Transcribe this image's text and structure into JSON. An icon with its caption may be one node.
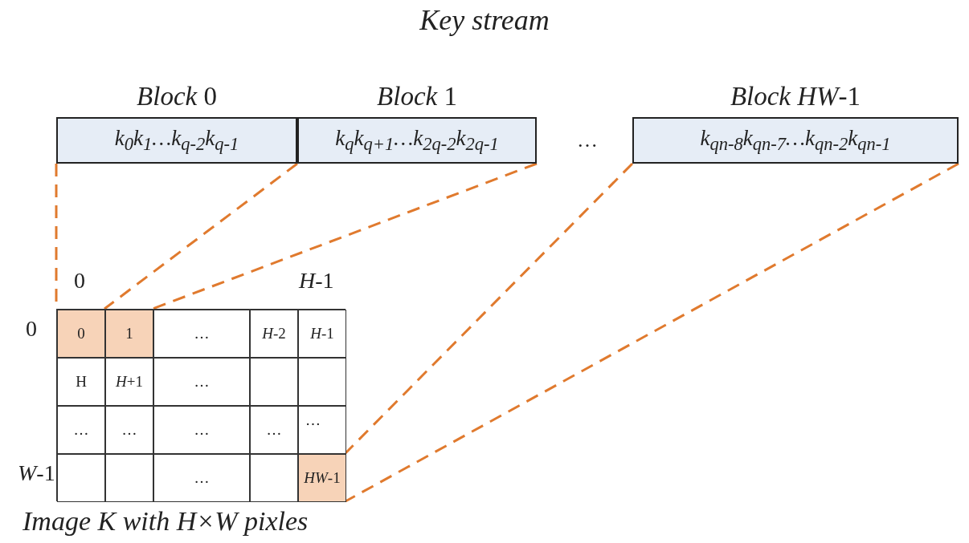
{
  "diagram": {
    "title": "Key stream",
    "nodes": [
      {
        "text": [
          "*Block* 0",
          "k$_{0}$k$_{1}$…k$_{q-2}$k$_{q-1}$"
        ]
      },
      {
        "text": [
          "*Block* 1",
          "k$_{q}$k$_{q+1}$…k$_{2q-2}$k$_{2q-1}$"
        ]
      },
      {
        "text": [
          "*Block HW*-1",
          "k$_{qn-8}$k$_{qn-7}$…k$_{qn-2}$k$_{qn-1}$"
        ]
      },
      {
        "text": [],
        "shape": "box",
        "beside": [
          "Image K with H×W pixles"
        ]
      },
      {
        "text": [
          "0"
        ],
        "in": 3
      },
      {
        "text": [
          "1"
        ],
        "in": 3
      },
      {
        "text": [
          "…"
        ],
        "in": 3
      },
      {
        "text": [
          "*H*-2"
        ],
        "in": 3
      },
      {
        "text": [
          "*H*-1"
        ],
        "in": 3
      },
      {
        "text": [
          "H"
        ],
        "in": 3
      },
      {
        "text": [
          "*H*+1"
        ],
        "in": 3
      },
      {
        "text": [
          "…"
        ],
        "in": 3
      },
      {
        "text": [],
        "shape": "box",
        "in": 3
      },
      {
        "text": [],
        "shape": "box",
        "in": 3
      },
      {
        "text": [
          "…"
        ],
        "in": 3
      },
      {
        "text": [
          "…"
        ],
        "in": 3
      },
      {
        "text": [
          "…"
        ],
        "in": 3
      },
      {
        "text": [
          "…"
        ],
        "in": 3
      },
      {
        "text": [
          "…"
        ],
        "in": 3
      },
      {
        "text": [],
        "shape": "box",
        "in": 3
      },
      {
        "text": [],
        "shape": "box",
        "in": 3
      },
      {
        "text": [
          "…"
        ],
        "in": 3
      },
      {
        "text": [],
        "shape": "box",
        "in": 3
      },
      {
        "text": [
          "*HW*-1"
        ],
        "in": 3
      }
    ],
    "edges": [
      {
        "from": 0,
        "to": 4,
        "arrow": "none",
        "style": "dashed"
      },
      {
        "from": 0,
        "to": 4,
        "arrow": "none",
        "style": "dashed"
      },
      {
        "from": 1,
        "to": 5,
        "arrow": "none",
        "style": "dashed"
      },
      {
        "from": 2,
        "to": 23,
        "arrow": "none",
        "style": "dashed"
      },
      {
        "from": 2,
        "to": 23,
        "arrow": "none",
        "style": "dashed"
      }
    ],
    "labels": [
      "…",
      "0",
      "*H*-1",
      "0",
      "*W*-1"
    ]
  }
}
